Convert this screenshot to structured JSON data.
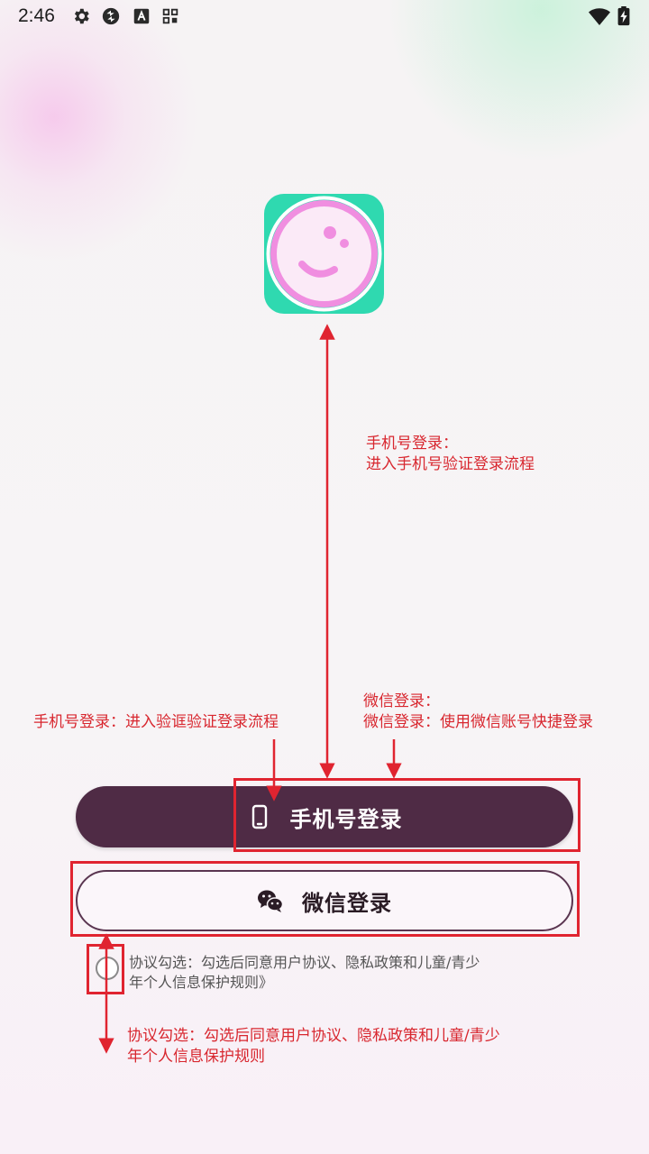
{
  "status_bar": {
    "time": "2:46",
    "left_icons": [
      "gear-icon",
      "sync-icon",
      "font-icon",
      "qr-grid-icon"
    ],
    "right_icons": [
      "wifi-icon",
      "battery-charging-icon"
    ]
  },
  "app_logo": {
    "icon": "smiley-face-icon",
    "bg_color": "#2fd9b0",
    "accent_color": "#f08ee0"
  },
  "buttons": {
    "phone_login": {
      "label": "手机号登录",
      "icon": "phone-icon",
      "bg_color": "#4f2b45"
    },
    "wechat_login": {
      "label": "微信登录",
      "icon": "wechat-icon",
      "border_color": "#5a3550"
    }
  },
  "agreement": {
    "text_line1": "协议勾选：勾选后同意用户协议、隐私政策和儿童/青少",
    "text_line2": "年个人信息保护规则》",
    "checked": false
  },
  "annotations": {
    "top_right": {
      "line1": "手机号登录：",
      "line2": "进入手机号验证登录流程"
    },
    "wechat": {
      "line1": "微信登录：",
      "line2": "微信登录：使用微信账号快捷登录"
    },
    "left_phone": "手机号登录：进入验诓验证登录流程",
    "bottom": {
      "line1": "协议勾选：勾选后同意用户协议、隐私政策和儿童/青少",
      "line2": "年个人信息保护规则"
    },
    "color": "#d8272f"
  }
}
